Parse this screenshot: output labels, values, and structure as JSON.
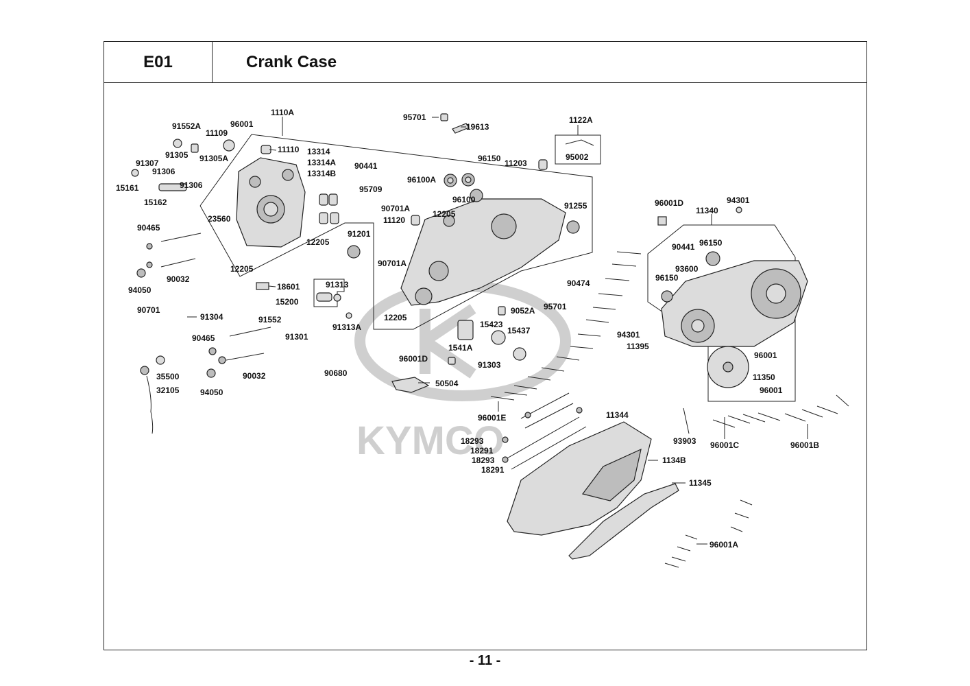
{
  "header": {
    "code": "E01",
    "title": "Crank Case"
  },
  "watermark": {
    "brand": "KYMCO"
  },
  "page_number": "- 11 -",
  "parts": {
    "p1110A": "1110A",
    "p91552A": "91552A",
    "p11109": "11109",
    "p96001": "96001",
    "p91305": "91305",
    "p91305A": "91305A",
    "p11110": "11110",
    "p13314": "13314",
    "p13314A": "13314A",
    "p13314B": "13314B",
    "p91307": "91307",
    "p91306a": "91306",
    "p91306b": "91306",
    "p15161": "15161",
    "p15162": "15162",
    "p23560": "23560",
    "p12205a": "12205",
    "p12205b": "12205",
    "p12205c": "12205",
    "p12205d": "12205",
    "p90465a": "90465",
    "p90465b": "90465",
    "p90032a": "90032",
    "p90032b": "90032",
    "p94050a": "94050",
    "p94050b": "94050",
    "p91201": "91201",
    "p18601": "18601",
    "p91313": "91313",
    "p15200": "15200",
    "p91313A": "91313A",
    "p90701": "90701",
    "p91304": "91304",
    "p91552": "91552",
    "p91301": "91301",
    "p35500": "35500",
    "p32105": "32105",
    "p90680": "90680",
    "p95701a": "95701",
    "p19613": "19613",
    "p1122A": "1122A",
    "p95002": "95002",
    "p90441a": "90441",
    "p95709": "95709",
    "p96100A": "96100A",
    "p96150a": "96150",
    "p96100": "96100",
    "p11203": "11203",
    "p90701A_a": "90701A",
    "p11120": "11120",
    "p90701A_b": "90701A",
    "p91255": "91255",
    "p90474": "90474",
    "p95701b": "95701",
    "p9052A": "9052A",
    "p15423": "15423",
    "p15437": "15437",
    "p1541A": "1541A",
    "p96001D_a": "96001D",
    "p91303": "91303",
    "p50504": "50504",
    "p96001E": "96001E",
    "p96001D_b": "96001D",
    "p11340": "11340",
    "p94301a": "94301",
    "p90441b": "90441",
    "p96150b": "96150",
    "p93600": "93600",
    "p96150c": "96150",
    "p94301b": "94301",
    "p11395": "11395",
    "p96001b": "96001",
    "p11350": "11350",
    "p96001c": "96001",
    "p11344": "11344",
    "p18293a": "18293",
    "p18291a": "18291",
    "p18293b": "18293",
    "p18291b": "18291",
    "p1134B": "1134B",
    "p11345": "11345",
    "p93903": "93903",
    "p96001C": "96001C",
    "p96001B": "96001B",
    "p96001A": "96001A"
  }
}
